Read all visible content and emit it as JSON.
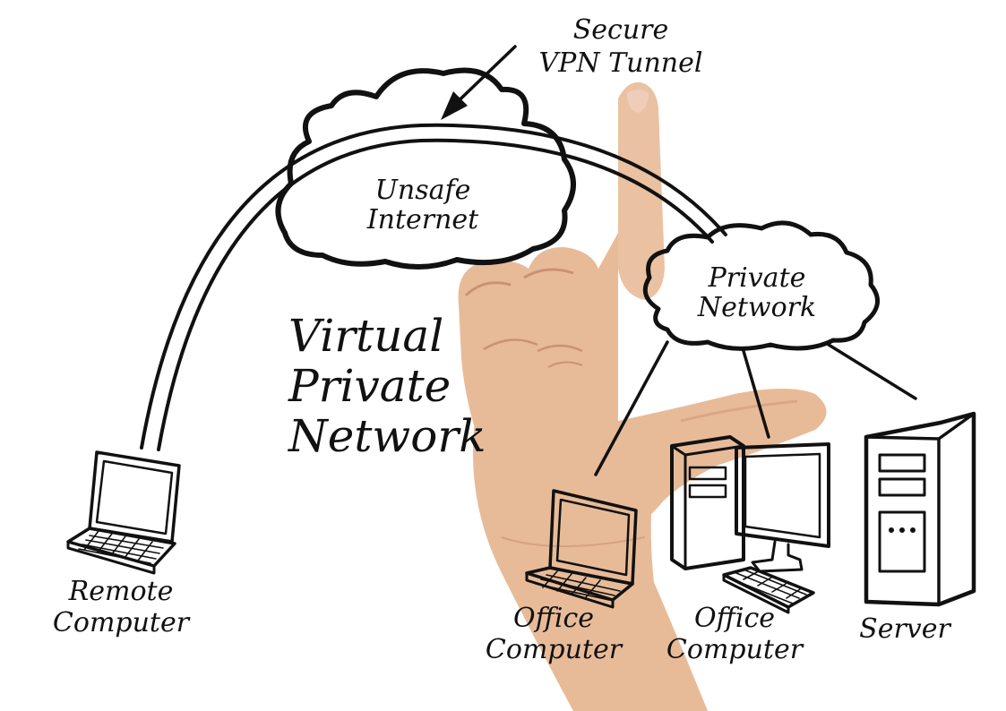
{
  "labels": {
    "tunnel_line1": "Secure",
    "tunnel_line2": "VPN Tunnel",
    "internet_line1": "Unsafe",
    "internet_line2": "Internet",
    "private_line1": "Private",
    "private_line2": "Network",
    "title_line1": "Virtual",
    "title_line2": "Private",
    "title_line3": "Network",
    "remote_line1": "Remote",
    "remote_line2": "Computer",
    "office1_line1": "Office",
    "office1_line2": "Computer",
    "office2_line1": "Office",
    "office2_line2": "Computer",
    "server": "Server"
  },
  "colors": {
    "ink": "#111111",
    "skin": "#e8bb98",
    "skin_shadow": "#c99275",
    "nail": "#f0cdbb",
    "background": "#ffffff"
  }
}
